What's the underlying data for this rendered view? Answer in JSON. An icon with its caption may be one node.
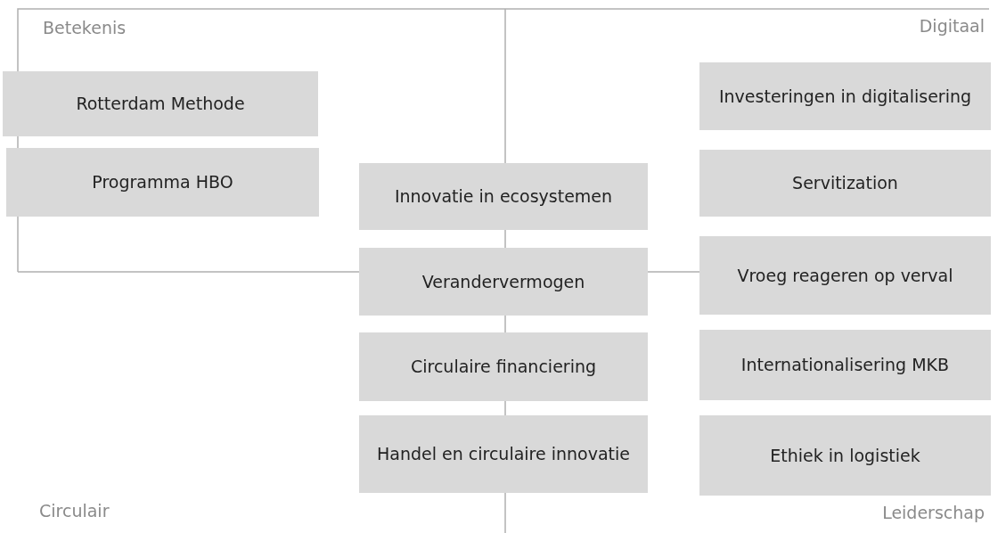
{
  "diagram": {
    "nodes": [
      {
        "text": [
          "Rotterdam Methode"
        ]
      },
      {
        "text": [
          "Investeringen in digitalisering"
        ]
      },
      {
        "text": [
          "Programma HBO"
        ]
      },
      {
        "text": [
          "Innovatie in ecosystemen"
        ]
      },
      {
        "text": [
          "Servitization"
        ]
      },
      {
        "text": [
          "Verandervermogen"
        ]
      },
      {
        "text": [
          "Vroeg reageren op verval"
        ]
      },
      {
        "text": [
          "Circulaire financiering"
        ]
      },
      {
        "text": [
          "Internationalisering MKB"
        ]
      },
      {
        "text": [
          "Handel en circulaire innovatie"
        ]
      },
      {
        "text": [
          "Ethiek in logistiek"
        ]
      }
    ],
    "labels": [
      "Betekenis",
      "Digitaal",
      "Circulair",
      "Leiderschap"
    ]
  }
}
